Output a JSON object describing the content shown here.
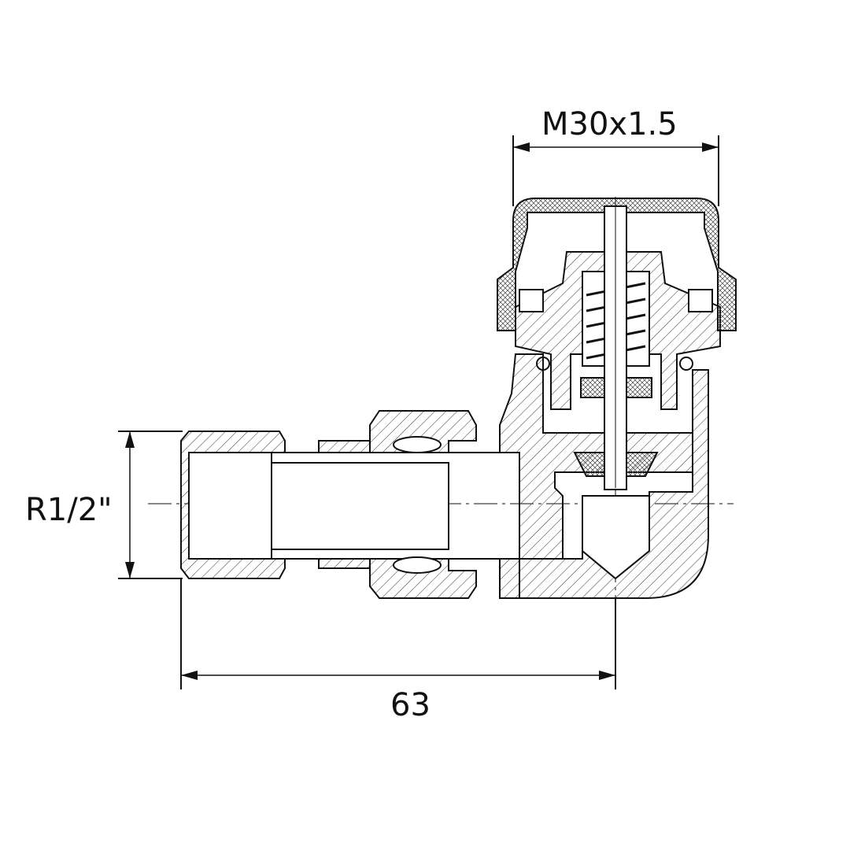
{
  "title": "Angled radiator valve cross-section",
  "dimensions": {
    "thread_top": "M30x1.5",
    "thread_left": "R1/2\"",
    "length": "63"
  },
  "colors": {
    "line": "#111111",
    "background": "#ffffff"
  }
}
